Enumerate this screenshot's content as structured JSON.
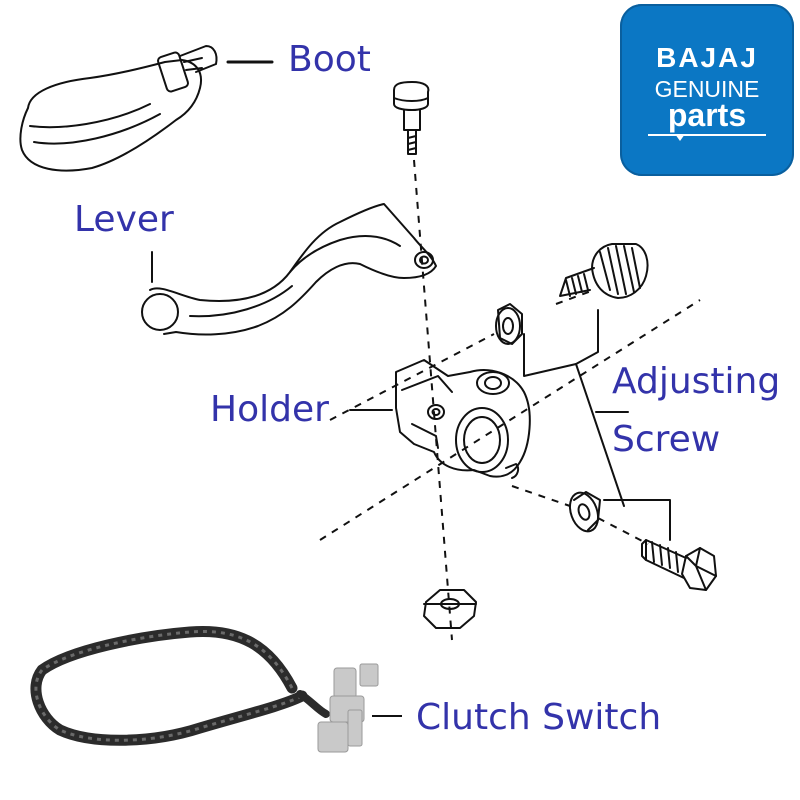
{
  "labels": {
    "boot": "Boot",
    "lever": "Lever",
    "holder": "Holder",
    "adjusting_screw_line1": "Adjusting",
    "adjusting_screw_line2": "Screw",
    "clutch_switch": "Clutch Switch"
  },
  "logo": {
    "brand": "BAJAJ",
    "line1": "GENUINE",
    "line2": "parts",
    "color": "#0b77c4"
  },
  "colors": {
    "label_text": "#3333aa",
    "line_art": "#111111"
  }
}
